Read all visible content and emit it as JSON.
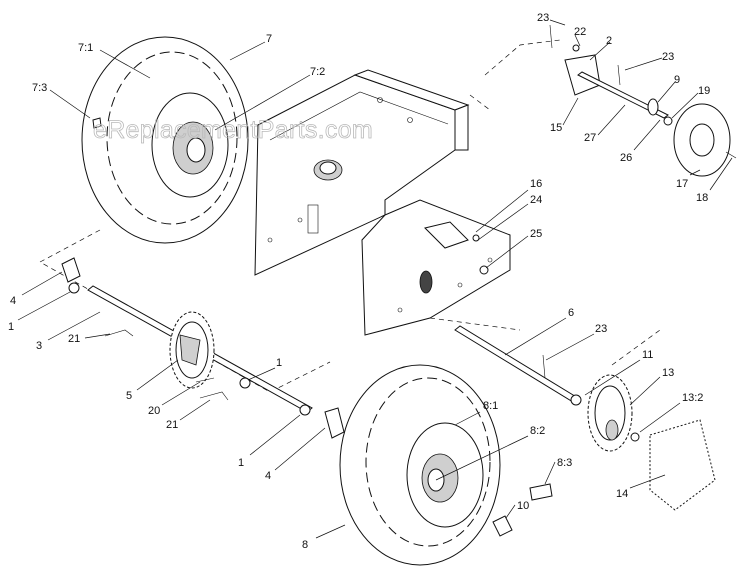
{
  "watermark": "eReplacementParts.com",
  "callouts": {
    "c7_1": "7:1",
    "c7": "7",
    "c7_2": "7:2",
    "c7_3": "7:3",
    "c23a": "23",
    "c22": "22",
    "c2": "2",
    "c23b": "23",
    "c9": "9",
    "c19": "19",
    "c15": "15",
    "c27": "27",
    "c26": "26",
    "c17": "17",
    "c18": "18",
    "c16": "16",
    "c24": "24",
    "c25": "25",
    "c4a": "4",
    "c1a": "1",
    "c3": "3",
    "c21a": "21",
    "c5": "5",
    "c20": "20",
    "c21b": "21",
    "c1b": "1",
    "c1c": "1",
    "c4b": "4",
    "c6": "6",
    "c23c": "23",
    "c11": "11",
    "c13": "13",
    "c13_2": "13:2",
    "c14": "14",
    "c8_1": "8:1",
    "c8_2": "8:2",
    "c8_3": "8:3",
    "c10": "10",
    "c8": "8"
  }
}
